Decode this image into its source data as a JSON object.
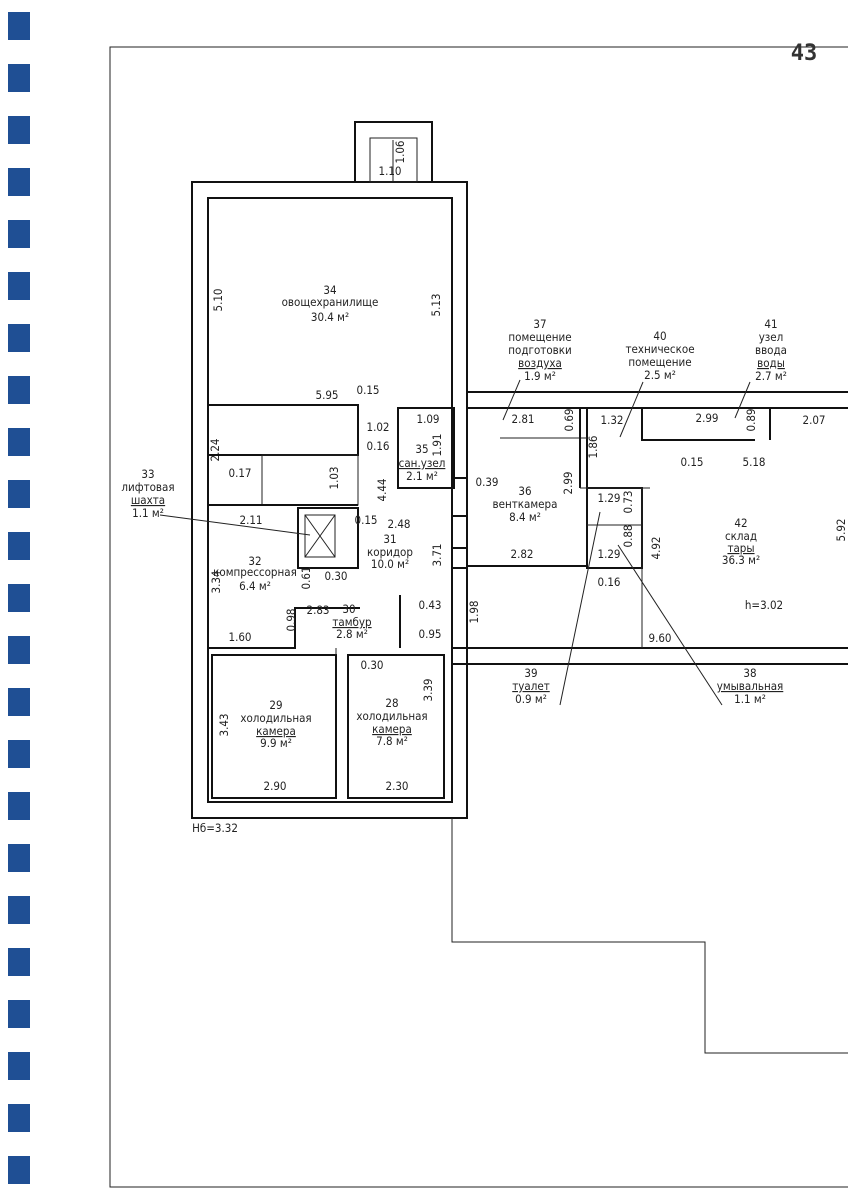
{
  "page_number": "43",
  "height_base": "Нб=3.32",
  "height_right": "h=3.02",
  "colors": {
    "binding": "#1f4f94",
    "ink": "#111111"
  },
  "rooms": [
    {
      "no": "34",
      "name": "овощехранилище",
      "area": "30.4 м²"
    },
    {
      "no": "35",
      "name": "сан.узел",
      "area": "2.1 м²"
    },
    {
      "no": "31",
      "name": "коридор",
      "area": "10.0 м²"
    },
    {
      "no": "33",
      "name1": "лифтовая",
      "name2": "шахта",
      "area": "1.1 м²"
    },
    {
      "no": "32",
      "name": "компрессорная",
      "area": "6.4 м²"
    },
    {
      "no": "30",
      "name": "тамбур",
      "area": "2.8 м²"
    },
    {
      "no": "29",
      "name1": "холодильная",
      "name2": "камера",
      "area": "9.9 м²"
    },
    {
      "no": "28",
      "name1": "холодильная",
      "name2": "камера",
      "area": "7.8 м²"
    },
    {
      "no": "37",
      "name1": "помещение",
      "name2": "подготовки",
      "name3": "воздуха",
      "area": "1.9 м²"
    },
    {
      "no": "40",
      "name1": "техническое",
      "name2": "помещение",
      "area": "2.5 м²"
    },
    {
      "no": "41",
      "name1": "узел",
      "name2": "ввода",
      "name3": "воды",
      "area": "2.7 м²"
    },
    {
      "no": "36",
      "name": "венткамера",
      "area": "8.4 м²"
    },
    {
      "no": "42",
      "name1": "склад",
      "name2": "тары",
      "area": "36.3 м²"
    },
    {
      "no": "39",
      "name": "туалет",
      "area": "0.9 м²"
    },
    {
      "no": "38",
      "name": "умывальная",
      "area": "1.1 м²"
    }
  ],
  "dims": [
    "5.10",
    "5.13",
    "1.10",
    "1.06",
    "5.95",
    "0.15",
    "1.02",
    "0.16",
    "1.09",
    "1.91",
    "2.24",
    "0.17",
    "1.03",
    "4.44",
    "0.15",
    "2.48",
    "2.11",
    "0.61",
    "0.30",
    "3.34",
    "2.83",
    "0.98",
    "1.60",
    "0.43",
    "0.95",
    "3.71",
    "1.98",
    "0.30",
    "3.43",
    "2.90",
    "3.39",
    "2.30",
    "2.81",
    "0.69",
    "1.32",
    "2.99",
    "0.89",
    "2.07",
    "1.86",
    "0.15",
    "5.18",
    "0.39",
    "2.99",
    "2.82",
    "1.29",
    "0.73",
    "0.88",
    "1.29",
    "0.16",
    "4.92",
    "9.60",
    "5.92"
  ]
}
